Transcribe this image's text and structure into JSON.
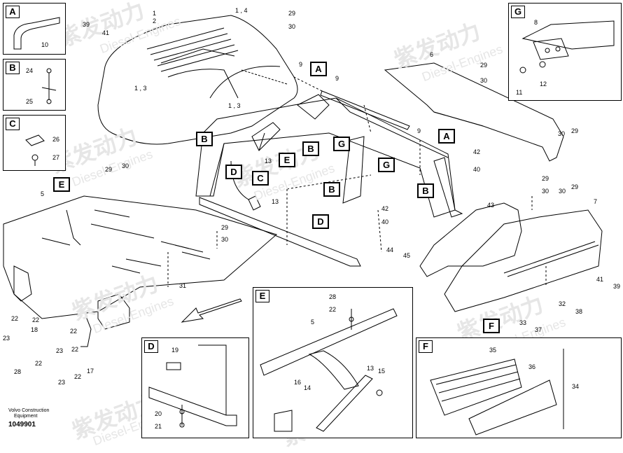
{
  "watermark": {
    "cn": "紫发动力",
    "en": "Diesel-Engines"
  },
  "footer": {
    "line1": "Volvo Construction",
    "line2": "Equipment",
    "doc_number": "1049901"
  },
  "letters": {
    "A": "A",
    "B": "B",
    "C": "C",
    "D": "D",
    "E": "E",
    "F": "F",
    "G": "G"
  },
  "numbers": {
    "n1": "1",
    "n2": "2",
    "n1_4": "1 , 4",
    "n29": "29",
    "n30": "30",
    "n39": "39",
    "n41": "41",
    "n10": "10",
    "n24": "24",
    "n25": "25",
    "n26": "26",
    "n27": "27",
    "n1_3": "1 , 3",
    "n9": "9",
    "n13": "13",
    "n5": "5",
    "n22": "22",
    "n23": "23",
    "n18": "18",
    "n28": "28",
    "n17": "17",
    "n31": "31",
    "n6": "6",
    "n42": "42",
    "n40": "40",
    "n43": "43",
    "n7": "7",
    "n44": "44",
    "n45": "45",
    "n32": "32",
    "n33": "33",
    "n37": "37",
    "n38": "38",
    "n8": "8",
    "n11": "11",
    "n12": "12",
    "n19": "19",
    "n20": "20",
    "n21": "21",
    "n16": "16",
    "n14": "14",
    "n15": "15",
    "n35": "35",
    "n36": "36",
    "n34": "34"
  }
}
